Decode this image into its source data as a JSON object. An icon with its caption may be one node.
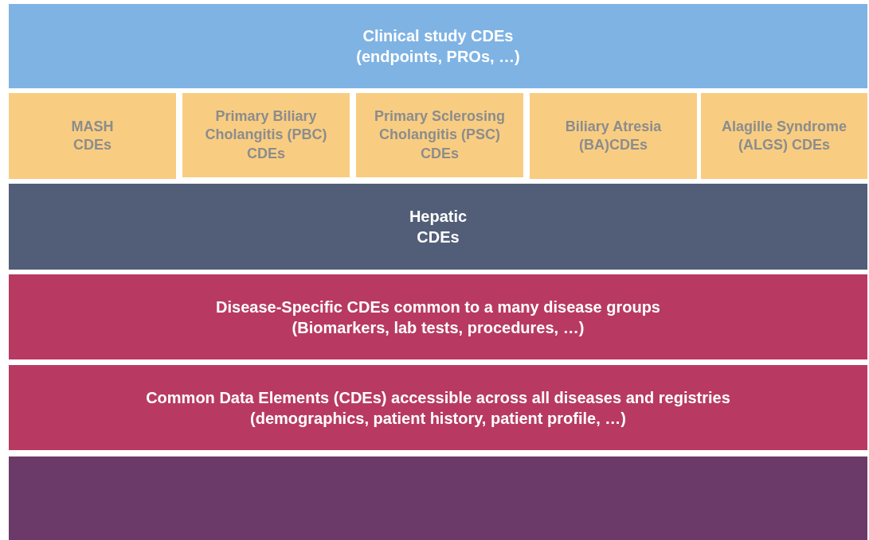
{
  "diagram": {
    "nodes": [
      {
        "text": [
          "Clinical study CDEs",
          "(endpoints, PROs, …)"
        ]
      },
      {
        "text": [
          "MASH CDEs"
        ]
      },
      {
        "text": [
          "Primary Biliary Cholangitis (PBC) CDEs"
        ]
      },
      {
        "text": [
          "Primary Sclerosing Cholangitis (PSC) CDEs"
        ]
      },
      {
        "text": [
          "Biliary Atresia (BA)CDEs"
        ]
      },
      {
        "text": [
          "Alagille Syndrome (ALGS) CDEs"
        ]
      },
      {
        "text": [
          "Hepatic CDEs"
        ]
      },
      {
        "text": [
          "Disease-Specific CDEs common to a many disease groups",
          "(Biomarkers, lab tests, procedures, …)"
        ]
      },
      {
        "text": [
          "Common Data Elements (CDEs) accessible across all diseases and registries",
          "(demographics, patient history, patient profile, …)"
        ]
      },
      {
        "text": [],
        "shape": "box"
      }
    ]
  }
}
